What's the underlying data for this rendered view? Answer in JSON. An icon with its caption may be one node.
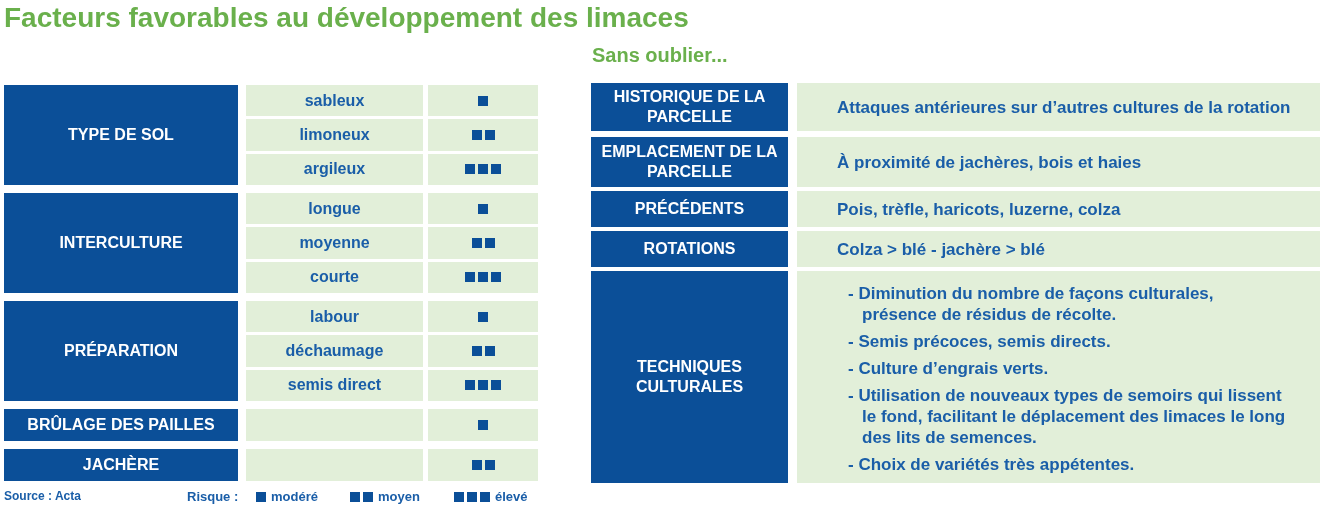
{
  "diagram": {
    "title": "Facteurs favorables au développement des limaces",
    "labels": [
      "Sans oublier...",
      "TYPE DE SOL",
      "sableux",
      "limoneux",
      "argileux",
      "INTERCULTURE",
      "longue",
      "moyenne",
      "courte",
      "PRÉPARATION",
      "labour",
      "déchaumage",
      "semis direct",
      "BRÛLAGE DES PAILLES",
      "JACHÈRE",
      "HISTORIQUE DE LA PARCELLE",
      "Attaques antérieures sur d’autres cultures de la rotation",
      "EMPLACEMENT DE LA PARCELLE",
      "À proximité de jachères, bois et haies",
      "PRÉCÉDENTS",
      "Pois, trèfle, haricots, luzerne, colza",
      "ROTATIONS",
      "Colza > blé - jachère > blé",
      "TECHNIQUES CULTURALES",
      "- Diminution du nombre de façons culturales, présence de résidus de récolte.",
      "- Semis précoces, semis directs.",
      "- Culture d’engrais verts.",
      "- Utilisation de nouveaux types de semoirs qui lissent le fond, facilitant le déplacement des limaces le long des lits de semences.",
      "- Choix de variétés très appétentes.",
      "Source : Acta",
      "Risque :"
    ],
    "legend": [
      {
        "text": "modéré",
        "color": "#0b4f98"
      },
      {
        "text": "moyen",
        "color": "#0b4f98"
      },
      {
        "text": "élevé",
        "color": "#0b4f98"
      }
    ]
  }
}
